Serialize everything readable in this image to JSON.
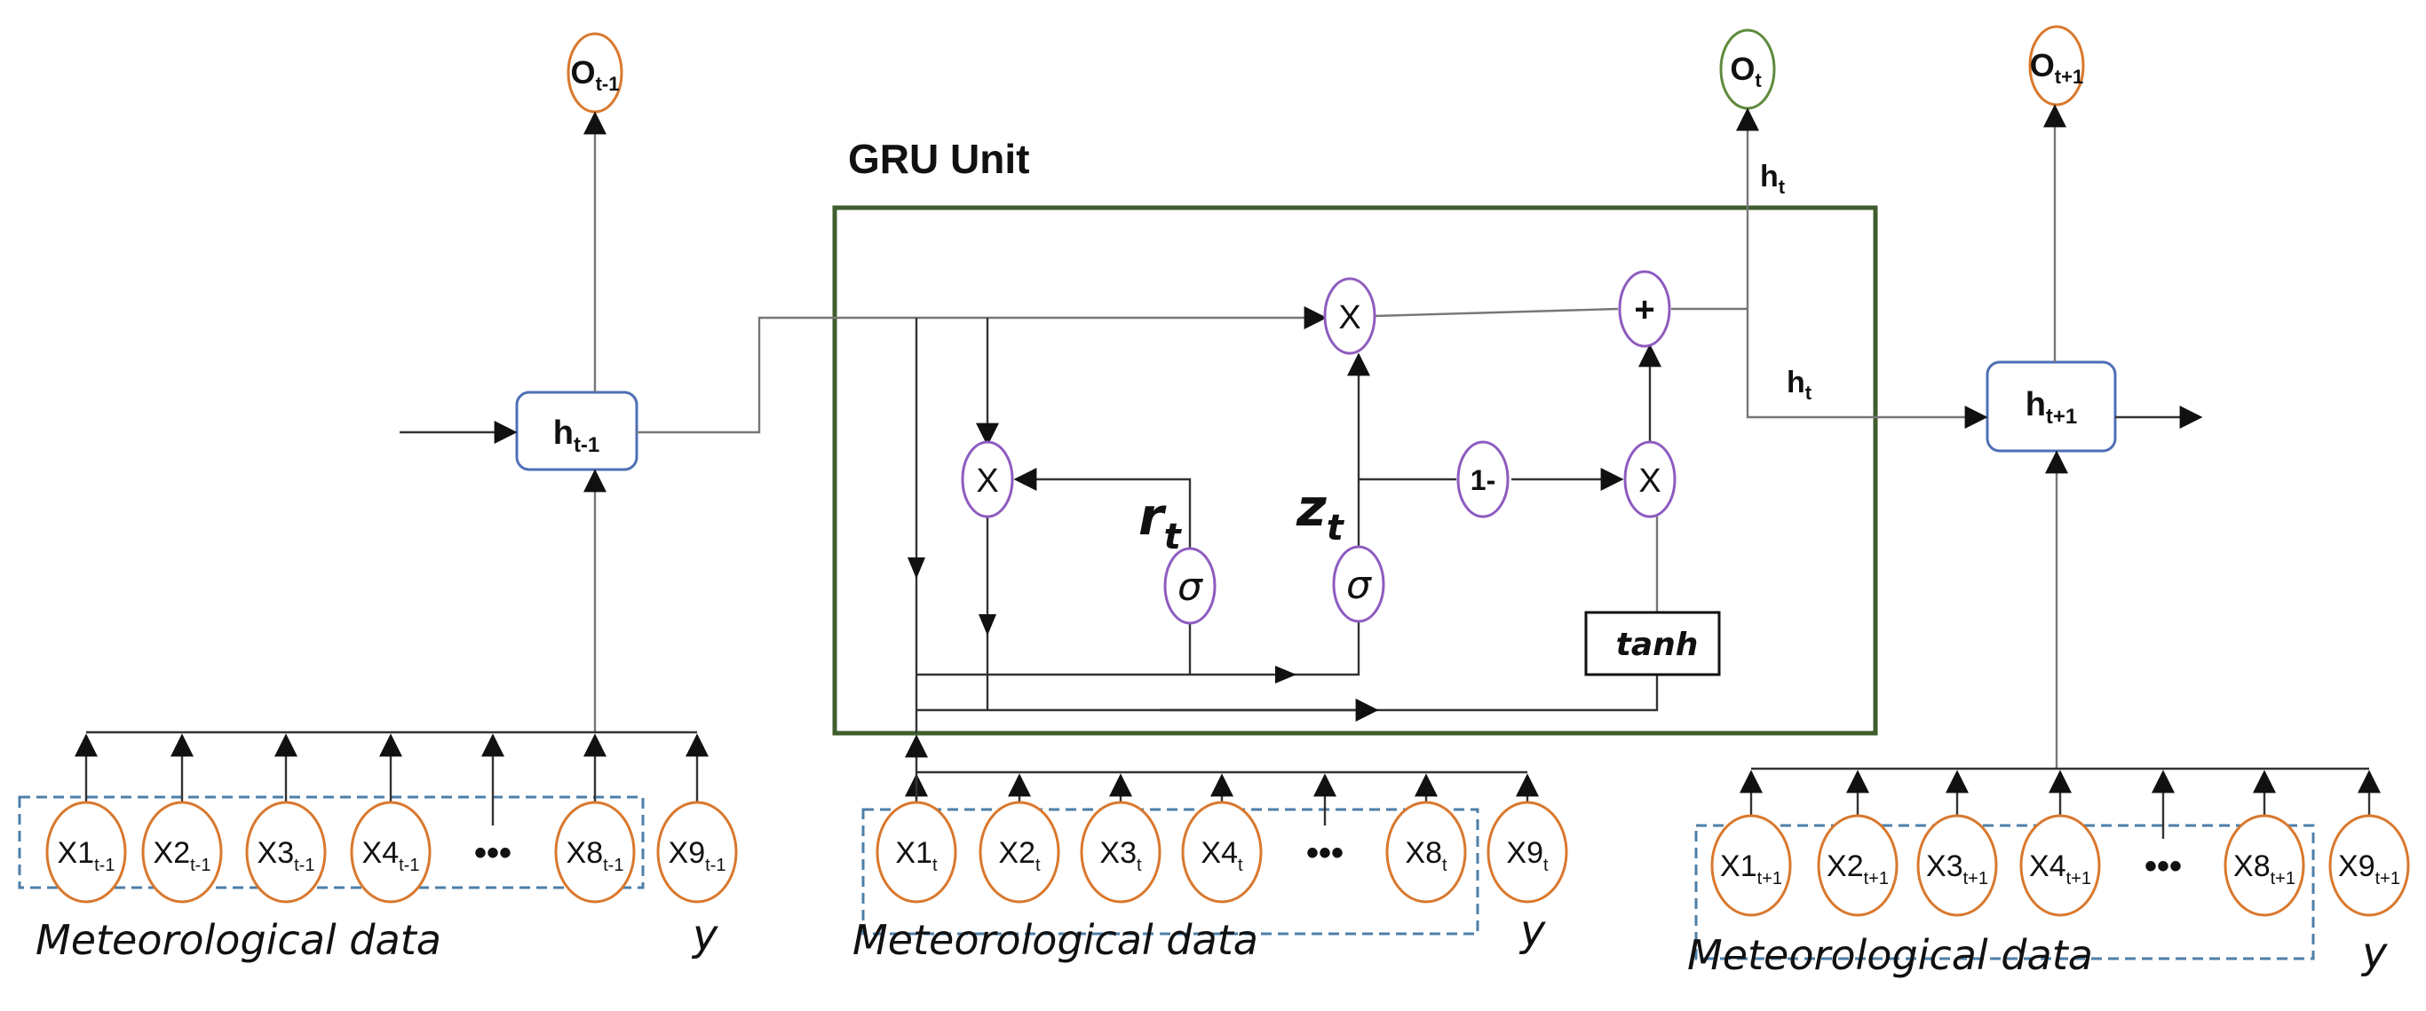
{
  "title": "GRU Unit",
  "colors": {
    "input_node": "#d9782d",
    "output_node_prev": "#d9782d",
    "output_node_current": "#5f8a3c",
    "gate_node": "#8e5bc0",
    "hidden_box": "#4f6fb5",
    "gru_box": "#3e5e2c",
    "dashed_group": "#4d7fa8",
    "line": "#333333"
  },
  "outputs": {
    "prev": {
      "base": "O",
      "sub": "t-1"
    },
    "current": {
      "base": "O",
      "sub": "t"
    },
    "next": {
      "base": "O",
      "sub": "t+1"
    }
  },
  "hidden": {
    "prev": {
      "base": "h",
      "sub": "t-1"
    },
    "next": {
      "base": "h",
      "sub": "t+1"
    },
    "current_label_top": {
      "base": "h",
      "sub": "t"
    },
    "current_label_right": {
      "base": "h",
      "sub": "t"
    }
  },
  "gru": {
    "mult_top": "X",
    "plus": "+",
    "mult_reset": "X",
    "one_minus": "1-",
    "mult_update": "X",
    "sigma_r": "σ",
    "sigma_z": "σ",
    "r_label": {
      "base": "r",
      "sub": "t"
    },
    "z_label": {
      "base": "z",
      "sub": "t"
    },
    "tanh": "tanh"
  },
  "input_groups": [
    {
      "time_sub": "t-1",
      "group_label": "Meteorological data",
      "target_label": "y",
      "ellipsis": "•••",
      "nodes": [
        {
          "base": "X1",
          "sub": "t-1"
        },
        {
          "base": "X2",
          "sub": "t-1"
        },
        {
          "base": "X3",
          "sub": "t-1"
        },
        {
          "base": "X4",
          "sub": "t-1"
        },
        {
          "base": "X8",
          "sub": "t-1"
        },
        {
          "base": "X9",
          "sub": "t-1"
        }
      ]
    },
    {
      "time_sub": "t",
      "group_label": "Meteorological data",
      "target_label": "y",
      "ellipsis": "•••",
      "nodes": [
        {
          "base": "X1",
          "sub": "t"
        },
        {
          "base": "X2",
          "sub": "t"
        },
        {
          "base": "X3",
          "sub": "t"
        },
        {
          "base": "X4",
          "sub": "t"
        },
        {
          "base": "X8",
          "sub": "t"
        },
        {
          "base": "X9",
          "sub": "t"
        }
      ]
    },
    {
      "time_sub": "t+1",
      "group_label": "Meteorological data",
      "target_label": "y",
      "ellipsis": "•••",
      "nodes": [
        {
          "base": "X1",
          "sub": "t+1"
        },
        {
          "base": "X2",
          "sub": "t+1"
        },
        {
          "base": "X3",
          "sub": "t+1"
        },
        {
          "base": "X4",
          "sub": "t+1"
        },
        {
          "base": "X8",
          "sub": "t+1"
        },
        {
          "base": "X9",
          "sub": "t+1"
        }
      ]
    }
  ]
}
